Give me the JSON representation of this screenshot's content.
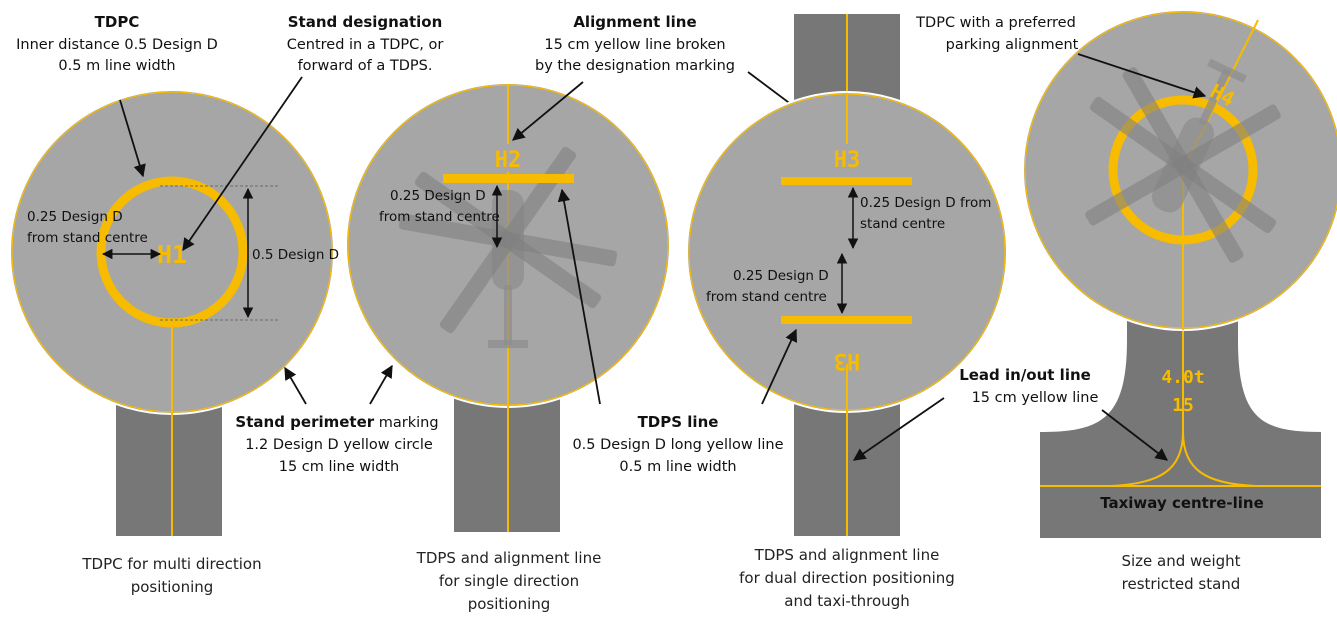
{
  "colors": {
    "stand": "#a6a6a6",
    "taxiway": "#777777",
    "yellow": "#f7bb00",
    "outline": "#ffffff"
  },
  "labels": {
    "tdpc_title": "TDPC",
    "tdpc_line1": "Inner distance 0.5 Design D",
    "tdpc_line2": "0.5 m line width",
    "stand_desig_title": "Stand designation",
    "stand_desig_line1": "Centred in a TDPC, or",
    "stand_desig_line2": "forward of a TDPS.",
    "align_title": "Alignment line",
    "align_line1": "15 cm yellow line broken",
    "align_line2": "by the designation marking",
    "tdpc_pref_line1": "TDPC with a preferred",
    "tdpc_pref_line2": "parking alignment",
    "perimeter_title": "Stand perimeter",
    "perimeter_suffix": " marking",
    "perimeter_line1": "1.2 Design D yellow circle",
    "perimeter_line2": "15 cm line width",
    "tdps_title": "TDPS line",
    "tdps_line1": "0.5 Design D long yellow line",
    "tdps_line2": "0.5 m line width",
    "lead_title": "Lead in/out line",
    "lead_line1": "15 cm yellow line",
    "taxiway_cl": "Taxiway centre-line"
  },
  "dimensions": {
    "d1_a": "0.25 Design D",
    "d1_b": "from stand centre",
    "d1_c": "0.5 Design D",
    "d2_a": "0.25 Design D",
    "d2_b": "from stand centre",
    "d3_a": "0.25 Design D from",
    "d3_b": "stand centre",
    "d3_c": "0.25 Design D",
    "d3_d": "from stand centre"
  },
  "markings": {
    "h1": "H1",
    "h2": "H2",
    "h3": "H3",
    "h3_inverted": "H3",
    "h4": "H4",
    "weight": "4.0t",
    "size": "15"
  },
  "captions": {
    "c1_line1": "TDPC for multi direction",
    "c1_line2": "positioning",
    "c2_line1": "TDPS and alignment line",
    "c2_line2": "for single direction",
    "c2_line3": "positioning",
    "c3_line1": "TDPS and alignment line",
    "c3_line2": "for dual direction positioning",
    "c3_line3": "and taxi-through",
    "c4_line1": "Size and weight",
    "c4_line2": "restricted stand"
  }
}
